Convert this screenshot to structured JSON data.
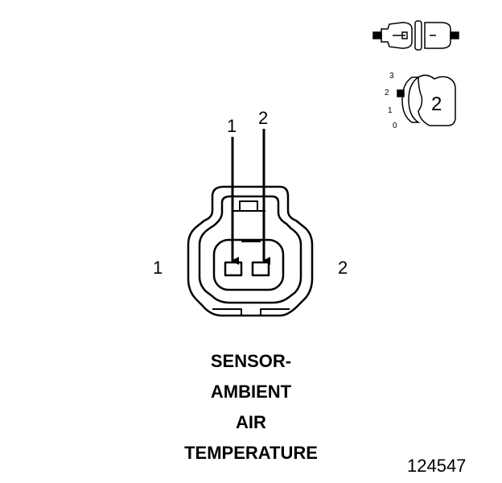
{
  "pins": {
    "arrow_left": "1",
    "arrow_right": "2",
    "side_left": "1",
    "side_right": "2"
  },
  "title_lines": [
    "SENSOR-",
    "AMBIENT",
    "AIR",
    "TEMPERATURE"
  ],
  "figure_number": "124547",
  "key_indicator": {
    "positions": [
      "3",
      "2",
      "1",
      "0"
    ],
    "key_number": "2"
  }
}
